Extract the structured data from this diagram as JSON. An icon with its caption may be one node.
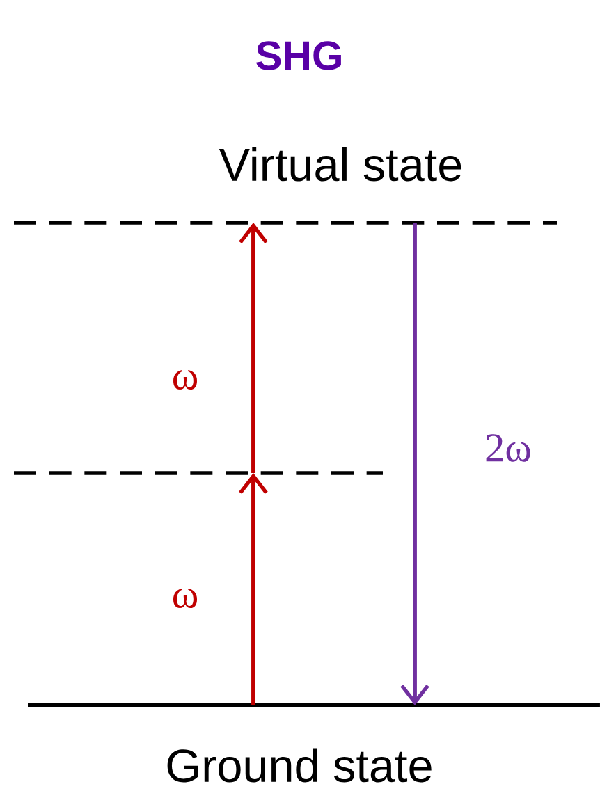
{
  "diagram": {
    "title": "SHG",
    "nodes": [
      {
        "text": [
          "Virtual state"
        ]
      },
      {
        "text": [],
        "shape": "line"
      },
      {
        "text": [
          "Ground state"
        ]
      }
    ],
    "edges": [
      {
        "from": 2,
        "to": 1,
        "arrow": "to",
        "label": "ω"
      },
      {
        "from": 1,
        "to": 0,
        "arrow": "to",
        "label": "ω"
      },
      {
        "from": 0,
        "to": 2,
        "arrow": "to",
        "label": "2ω",
        "color": "#7030a0"
      }
    ]
  }
}
